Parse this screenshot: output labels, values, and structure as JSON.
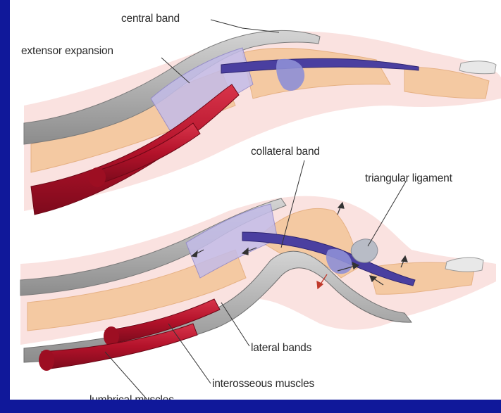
{
  "labels": {
    "central_band": "central band",
    "extensor_expansion": "extensor expansion",
    "collateral_band": "collateral band",
    "triangular_ligament": "triangular ligament",
    "lateral_bands": "lateral bands",
    "interosseous_muscles": "interosseous muscles",
    "lumbrical_muscles": "lumbrical muscles"
  },
  "colors": {
    "border": "#10189a",
    "skin": "#f8d8d5",
    "bone": "#f4c9a2",
    "tendon_grey": "#a8a8a8",
    "band_purple": "#4a3fa0",
    "expansion": "#c3bce8",
    "muscle_red": "#b3122a"
  }
}
